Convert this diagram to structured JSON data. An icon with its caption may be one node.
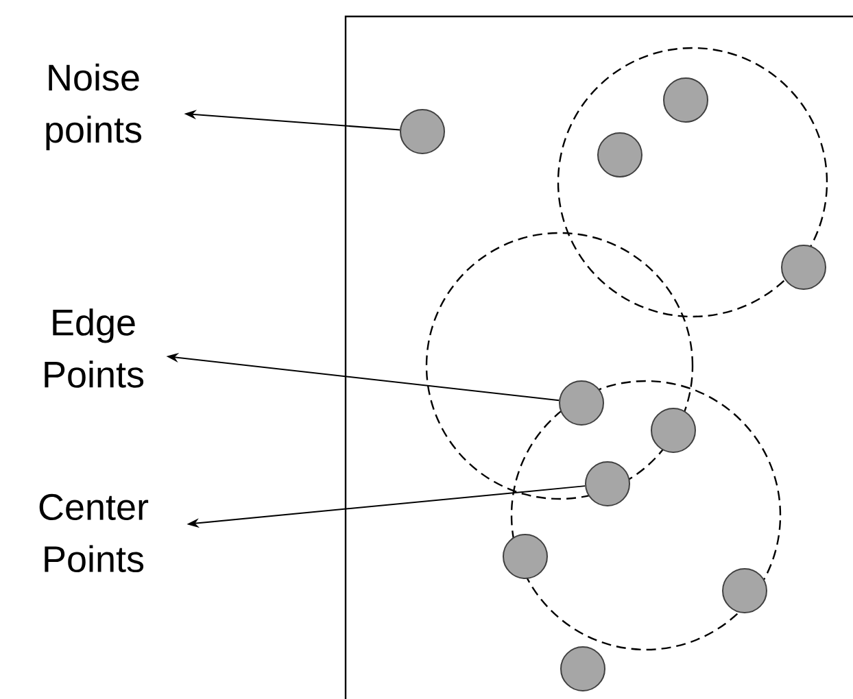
{
  "diagram": {
    "nodes": [
      {
        "text": [
          "Noise points"
        ]
      },
      {
        "text": [
          "Edge Points"
        ]
      },
      {
        "text": [
          "Center Points"
        ]
      },
      {
        "text": [],
        "shape": "circle"
      },
      {
        "text": [],
        "shape": "circle"
      },
      {
        "text": [],
        "shape": "circle"
      },
      {
        "text": [],
        "shape": "circle"
      },
      {
        "text": [],
        "shape": "circle"
      },
      {
        "text": [],
        "shape": "circle"
      },
      {
        "text": [],
        "shape": "circle"
      },
      {
        "text": [],
        "shape": "circle"
      },
      {
        "text": [],
        "shape": "circle"
      },
      {
        "text": [],
        "shape": "circle"
      }
    ],
    "edges": [
      {
        "from": 3,
        "to": 0,
        "arrow": "to"
      },
      {
        "from": 5,
        "to": 1,
        "arrow": "to"
      },
      {
        "from": 7,
        "to": 2,
        "arrow": "to"
      }
    ]
  }
}
